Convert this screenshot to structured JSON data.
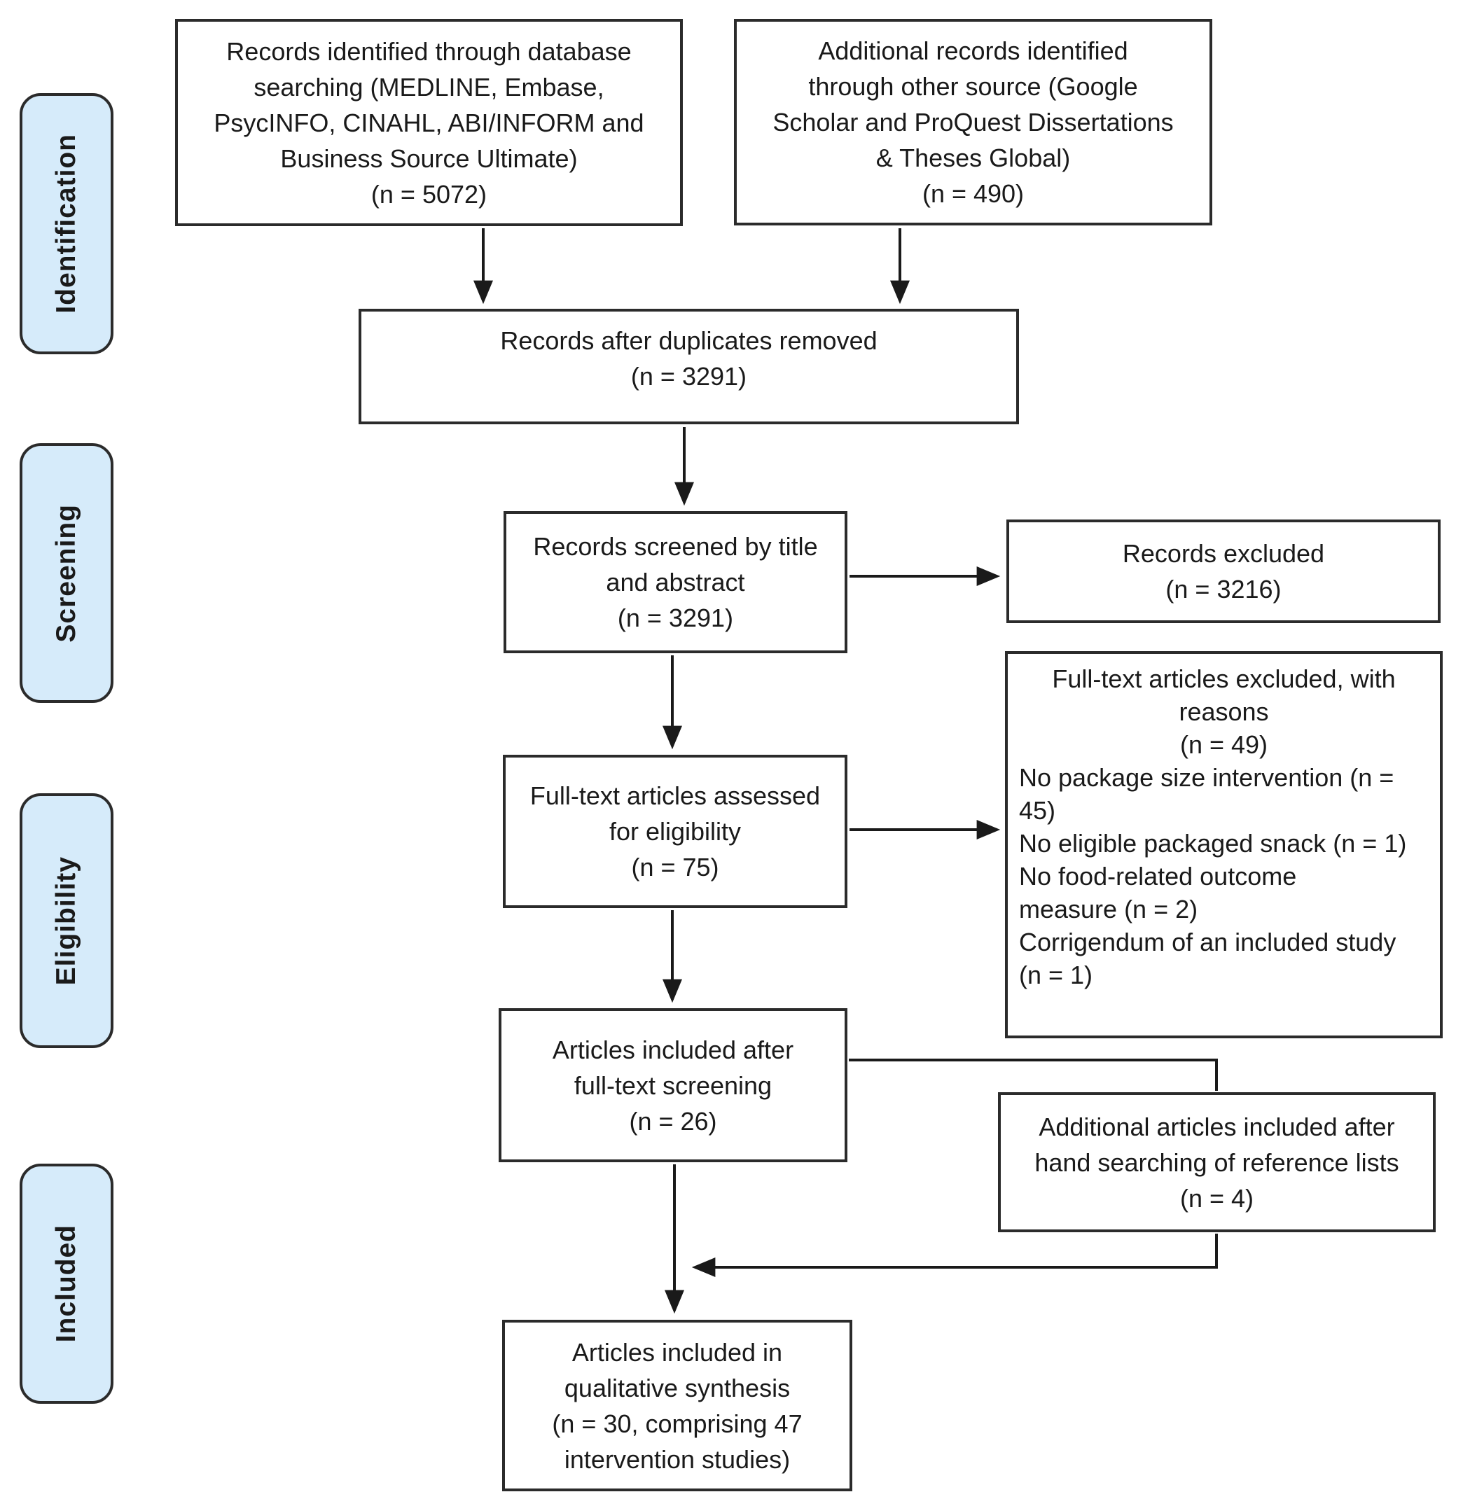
{
  "diagram": {
    "title_semantic": "PRISMA flow diagram",
    "stages": [
      {
        "label": "Identification"
      },
      {
        "label": "Screening"
      },
      {
        "label": "Eligibility"
      },
      {
        "label": "Included"
      }
    ],
    "boxes": {
      "database_search": "Records identified through database\nsearching (MEDLINE, Embase,\nPsycINFO, CINAHL, ABI/INFORM and\nBusiness Source Ultimate)\n(n = 5072)",
      "other_source": "Additional records identified\nthrough other source (Google\nScholar and ProQuest Dissertations\n& Theses Global)\n(n = 490)",
      "duplicates_removed": "Records after duplicates removed\n(n = 3291)",
      "records_screened": "Records screened by title\nand abstract\n(n = 3291)",
      "records_excluded": "Records excluded\n(n = 3216)",
      "fulltext_assessed": "Full-text articles assessed\nfor eligibility\n(n = 75)",
      "fulltext_excluded_title": "Full-text articles excluded, with\nreasons\n(n = 49)",
      "fulltext_excluded_reasons": "No package size intervention (n =\n45)\nNo eligible packaged snack (n = 1)\nNo food-related outcome\nmeasure (n = 2)\nCorrigendum of an included study\n(n = 1)",
      "included_after_fulltext": "Articles included after\nfull-text screening\n(n = 26)",
      "additional_hand_search": "Additional articles included after\nhand searching of reference lists\n(n = 4)",
      "qualitative_synthesis": "Articles included in\nqualitative synthesis\n(n = 30, comprising 47\nintervention studies)"
    },
    "colors": {
      "stage_fill": "#d6ebfa",
      "box_border": "#2b2b2b",
      "arrow": "#1a1a1a"
    }
  }
}
